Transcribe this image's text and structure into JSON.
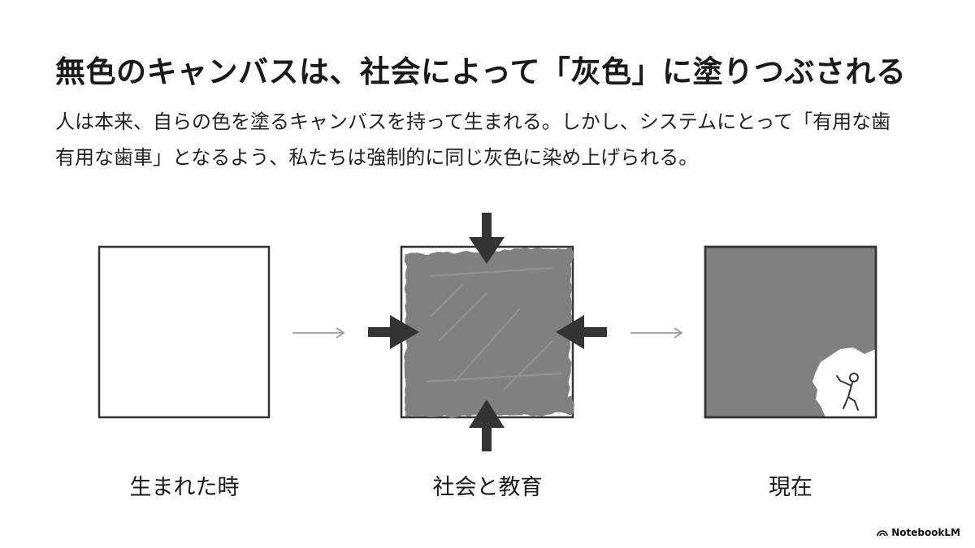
{
  "title": "無色のキャンバスは、社会によって「灰色」に塗りつぶされる",
  "subtitle": {
    "line1": "人は本来、自らの色を塗るキャンバスを持って生まれる。しかし、システムにとって「有用な歯",
    "line2": "有用な歯車」となるよう、私たちは強制的に同じ灰色に染め上げられる。"
  },
  "stages": [
    {
      "label": "生まれた時"
    },
    {
      "label": "社会と教育"
    },
    {
      "label": "現在"
    }
  ],
  "colors": {
    "frame": "#333333",
    "gray_paint": "#808080",
    "arrow_dark": "#333333",
    "arrow_light": "#9a9a9a"
  },
  "brand": {
    "name": "NotebookLM"
  }
}
